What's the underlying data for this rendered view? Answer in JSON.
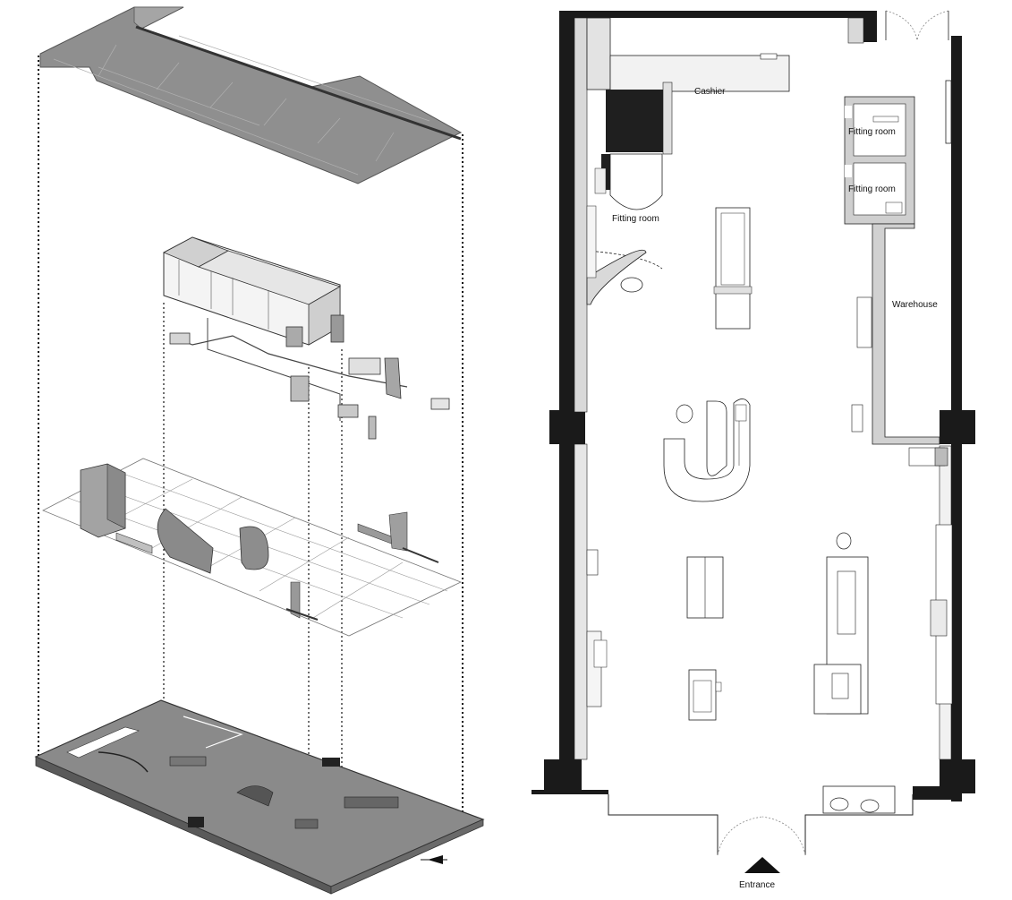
{
  "labels": {
    "cashier": "Cashier",
    "fitting_room_top_1": "Fitting room",
    "fitting_room_top_2": "Fitting room",
    "fitting_room_left": "Fitting room",
    "warehouse": "Warehouse",
    "entrance": "Entrance"
  },
  "colors": {
    "wall": "#1a1a1a",
    "light_fill": "#d9d9d9",
    "mid_fill": "#9a9a9a",
    "dark_fill": "#6b6b6b",
    "line": "#222222"
  }
}
